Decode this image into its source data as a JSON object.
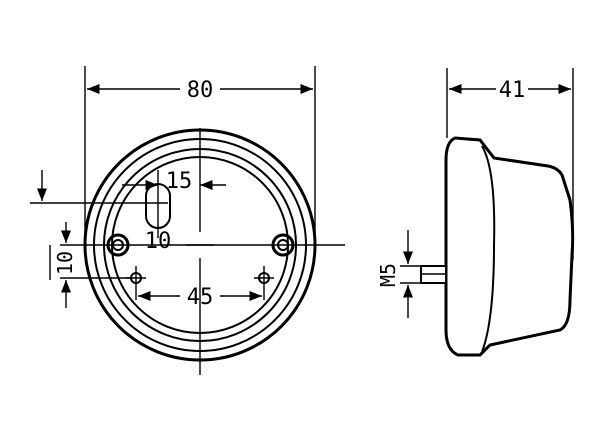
{
  "front_view": {
    "overall_diameter_label": "80",
    "hole_offset_label": "15",
    "hole_diameter_label": "10",
    "mount_spacing_label": "45",
    "vertical_offset_label": "10"
  },
  "side_view": {
    "depth_label": "41",
    "thread_label": "M5"
  }
}
